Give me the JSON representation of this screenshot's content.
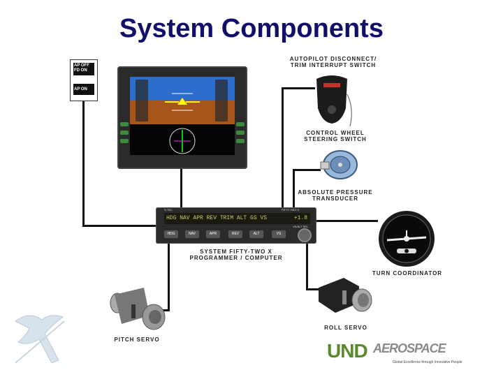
{
  "title": "System Components",
  "annunciator": {
    "line1": "AP OFF",
    "line2": "FD ON",
    "line3": "AP ON"
  },
  "labels": {
    "disconnect": [
      "AUTOPILOT DISCONNECT/",
      "TRIM INTERRUPT SWITCH"
    ],
    "cws": [
      "CONTROL WHEEL",
      "STEERING SWITCH"
    ],
    "transducer": [
      "ABSOLUTE PRESSURE",
      "TRANSDUCER"
    ],
    "programmer": [
      "SYSTEM FIFTY-TWO X",
      "PROGRAMMER / COMPUTER"
    ],
    "turn": "TURN COORDINATOR",
    "roll": "ROLL SERVO",
    "pitch": "PITCH SERVO"
  },
  "programmer": {
    "display": "HDG NAV APR REV TRIM ALT GS VS",
    "display_value": "+1.8",
    "keys": [
      "HDG",
      "NAV",
      "APR",
      "REV",
      "ALT",
      "VS"
    ],
    "left_caption": "S-TEC",
    "right_caption": "FIFTY-TWO X",
    "knob_caption": "VS/ALT SEL"
  },
  "logo": {
    "und": "UND",
    "aerospace": "AEROSPACE",
    "tagline": "Global Excellence through Innovative People"
  },
  "colors": {
    "title": "#10106a",
    "wire": "#111111",
    "pfd_sky": "#2d6ecc",
    "pfd_ground": "#a8551c",
    "logo_green": "#5b8a2e",
    "logo_gray": "#8a8a8a"
  }
}
